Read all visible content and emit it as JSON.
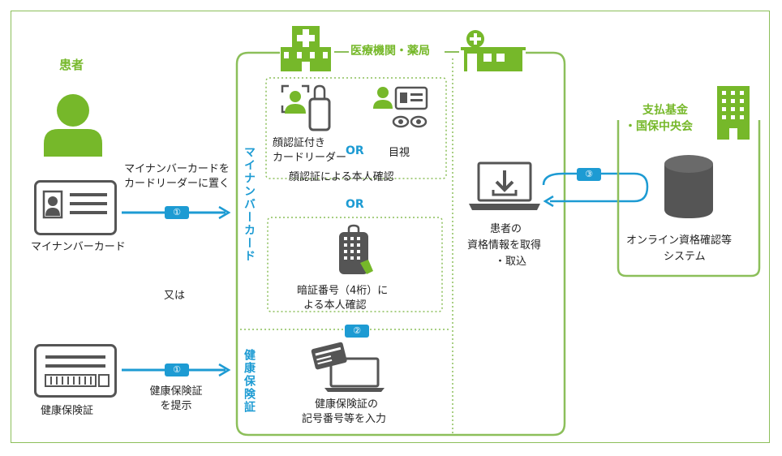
{
  "colors": {
    "green": "#76b82a",
    "blue": "#1d9bd3",
    "gray": "#555555"
  },
  "patient": {
    "title": "患者",
    "icon": "person-icon"
  },
  "card": {
    "label": "マイナンバーカード",
    "action_line1": "マイナンバーカードを",
    "action_line2": "カードリーダーに置く",
    "badge": "①"
  },
  "or_text": "又は",
  "insurance": {
    "label": "健康保険証",
    "action_line1": "健康保険証",
    "action_line2": "を提示",
    "badge": "①"
  },
  "facility": {
    "title": "医療機関・薬局"
  },
  "mynumber_vertical": "マイナンバーカード",
  "insurance_vertical": "健康保険証",
  "face": {
    "reader_line1": "顔認証付き",
    "reader_line2": "カードリーダー",
    "or1": "OR",
    "visual": "目視",
    "confirm": "顔認証による本人確認"
  },
  "or_mid": "OR",
  "pin": {
    "line1": "暗証番号（4桁）に",
    "line2": "よる本人確認"
  },
  "badge2": "②",
  "manual": {
    "line1": "健康保険証の",
    "line2": "記号番号等を入力"
  },
  "acquire": {
    "line1": "患者の",
    "line2": "資格情報を取得",
    "line3": "・取込"
  },
  "badge3": "③",
  "fund": {
    "title_line1": "支払基金",
    "title_line2": "・国保中央会",
    "system_line1": "オンライン資格確認等",
    "system_line2": "システム"
  }
}
